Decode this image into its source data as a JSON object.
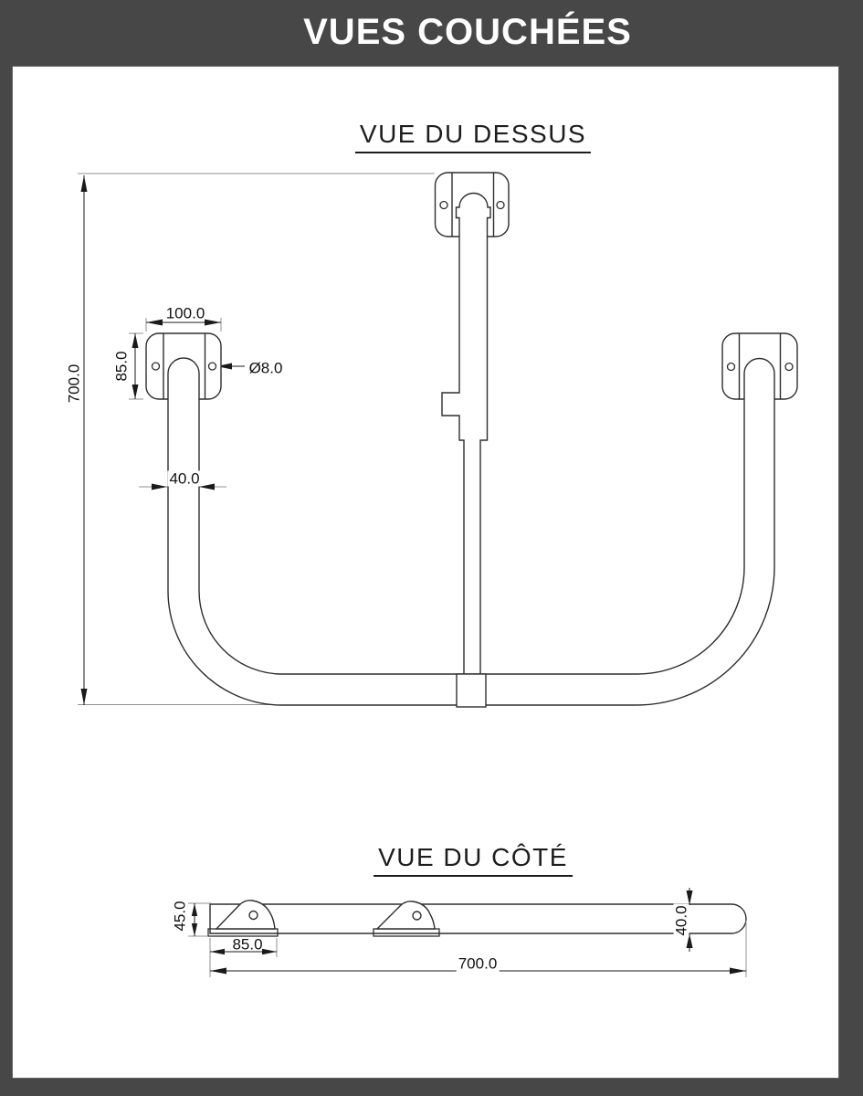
{
  "header": {
    "title": "VUES COUCHÉES"
  },
  "top_view": {
    "title": "VUE DU DESSUS",
    "dims": {
      "plate_width": "100.0",
      "plate_height": "85.0",
      "hole_diameter": "Ø8.0",
      "tube_diameter": "40.0",
      "overall_depth": "700.0"
    }
  },
  "side_view": {
    "title": "VUE DU CÔTÉ",
    "dims": {
      "bracket_height": "45.0",
      "base_length": "85.0",
      "tube_diameter": "40.0",
      "overall_length": "700.0"
    }
  },
  "colors": {
    "frame": "#474747",
    "panel": "#ffffff",
    "outline": "#2e2e2e",
    "dimension": "#1a1a1a",
    "extension": "#909090"
  }
}
